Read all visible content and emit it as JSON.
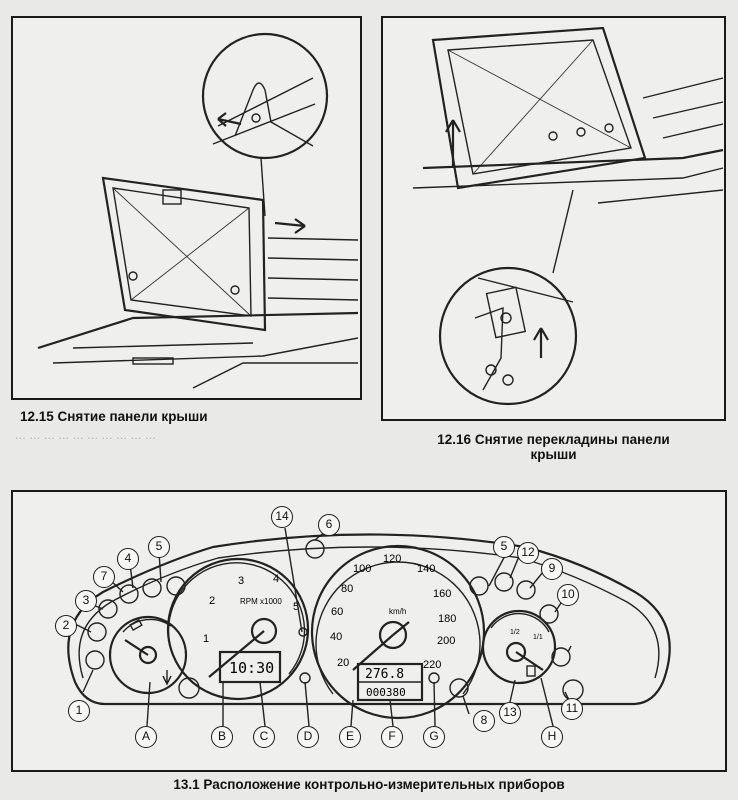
{
  "figures": {
    "fig_12_15": {
      "caption": "12.15 Снятие панели крыши"
    },
    "fig_12_16": {
      "caption_line1": "12.16 Снятие перекладины панели",
      "caption_line2": "крыши"
    },
    "fig_13_1": {
      "caption": "13.1 Расположение контрольно-измерительных приборов"
    }
  },
  "cluster": {
    "tachometer": {
      "unit_label": "RPM x1000",
      "ticks": [
        "1",
        "2",
        "3",
        "4",
        "5"
      ],
      "lcd": "10:30"
    },
    "speedometer": {
      "unit_label": "km/h",
      "ticks": [
        "20",
        "40",
        "60",
        "80",
        "100",
        "120",
        "140",
        "160",
        "180",
        "200",
        "220"
      ],
      "lcd_top": "276.8",
      "lcd_bottom": "000380"
    },
    "fuel_gauge": {
      "ticks": [
        "1/2",
        "1/1"
      ]
    },
    "callouts_numeric": [
      "1",
      "2",
      "3",
      "4",
      "5",
      "6",
      "7",
      "8",
      "9",
      "10",
      "11",
      "12",
      "13",
      "14",
      "5"
    ],
    "callouts_letters": [
      "A",
      "B",
      "C",
      "D",
      "E",
      "F",
      "G",
      "H"
    ]
  }
}
